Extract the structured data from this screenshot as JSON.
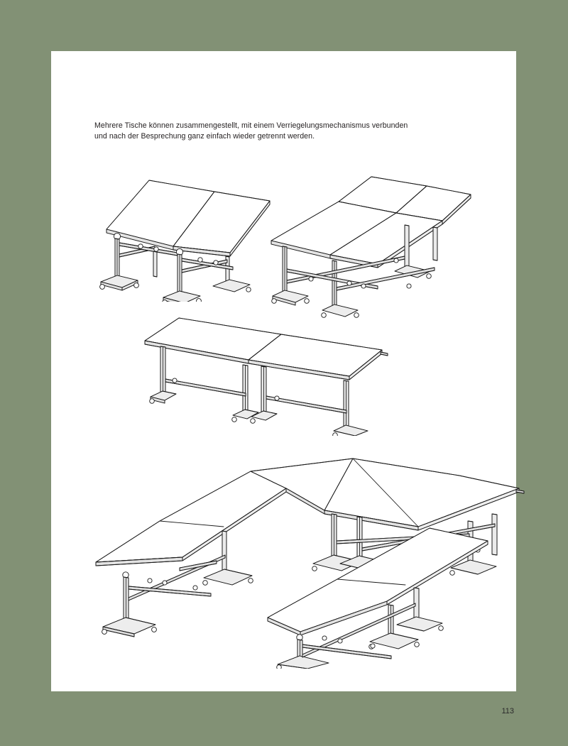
{
  "page": {
    "background_color": "#829175",
    "sheet_color": "#ffffff",
    "number": "113"
  },
  "caption": {
    "line1": "Mehrere Tische können zusammengestellt, mit einem Verriegelungsmechanismus verbunden",
    "line2": "und nach der Besprechung ganz einfach wieder getrennt werden.",
    "text_color": "#231f20"
  },
  "illustrations": [
    {
      "id": "figure-1",
      "name": "two-tables-side-by-side-short-side",
      "description": "Zwei zusammengestellte Klapptische, Schmalseite an Schmalseite",
      "table_count": 2,
      "line_color": "#1a1a1a",
      "top_fill": "#ffffff",
      "frame_fill": "#e8e8e8"
    },
    {
      "id": "figure-2",
      "name": "four-tabletop-block-arrangement",
      "description": "Vier Tischplatten zu einem Block zusammengestellt",
      "table_count": 2,
      "line_color": "#1a1a1a",
      "top_fill": "#ffffff",
      "frame_fill": "#e8e8e8"
    },
    {
      "id": "figure-3",
      "name": "two-tables-in-a-row",
      "description": "Zwei Tische in einer Reihe längs verbunden",
      "table_count": 2,
      "line_color": "#1a1a1a",
      "top_fill": "#ffffff",
      "frame_fill": "#e8e8e8"
    },
    {
      "id": "figure-4",
      "name": "u-shaped-table-arrangement",
      "description": "U-förmige Konferenzaufstellung aus mehreren Tischen",
      "table_count": 6,
      "line_color": "#1a1a1a",
      "top_fill": "#ffffff",
      "frame_fill": "#e8e8e8"
    }
  ]
}
